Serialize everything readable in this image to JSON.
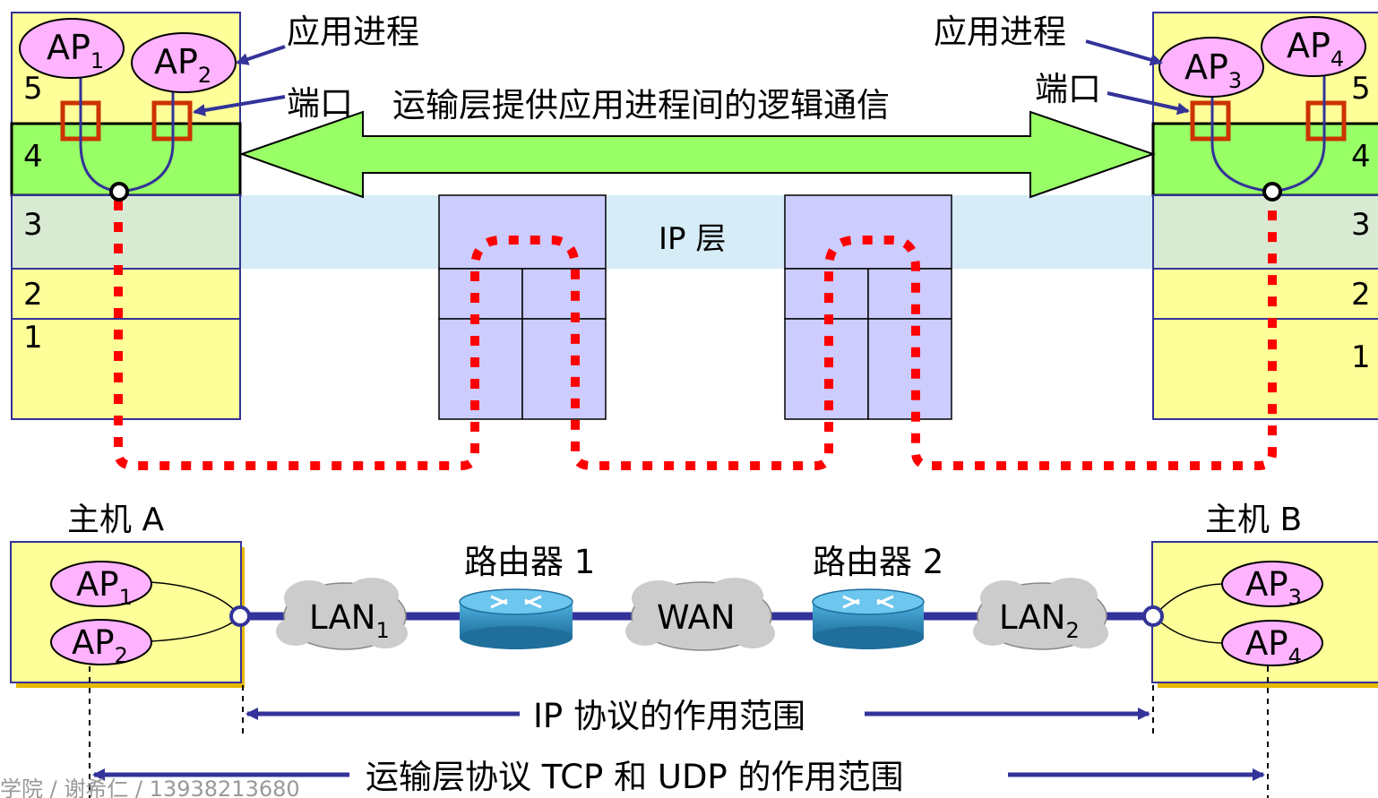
{
  "top": {
    "app_process_left": "应用进程",
    "app_process_right": "应用进程",
    "port_left": "端口",
    "port_right": "端口",
    "transport_logic": "运输层提供应用进程间的逻辑通信",
    "ip_layer": "IP 层",
    "layers_left": [
      "5",
      "4",
      "3",
      "2",
      "1"
    ],
    "layers_right": [
      "5",
      "4",
      "3",
      "2",
      "1"
    ]
  },
  "ap": {
    "ap1": "AP",
    "ap1_sub": "1",
    "ap2": "AP",
    "ap2_sub": "2",
    "ap3": "AP",
    "ap3_sub": "3",
    "ap4": "AP",
    "ap4_sub": "4"
  },
  "bottom": {
    "host_a": "主机 A",
    "host_b": "主机 B",
    "router1": "路由器 1",
    "router2": "路由器 2",
    "lan1": "LAN",
    "lan1_sub": "1",
    "wan": "WAN",
    "lan2": "LAN",
    "lan2_sub": "2",
    "ip_scope": "IP 协议的作用范围",
    "transport_scope": "运输层协议 TCP 和 UDP 的作用范围"
  },
  "watermark": "学院 / 谢希仁 / 13938213680",
  "colors": {
    "layer_yellow": "#ffff99",
    "layer4_green": "#99ff66",
    "ip_band": "#d6ecf7",
    "router_box": "#ccccff",
    "dotted_path": "#ff0000",
    "arrow_green": "#99ff66",
    "ap_fill": "#ffb3ff",
    "link_blue": "#333399",
    "port_border": "#cc3300"
  }
}
